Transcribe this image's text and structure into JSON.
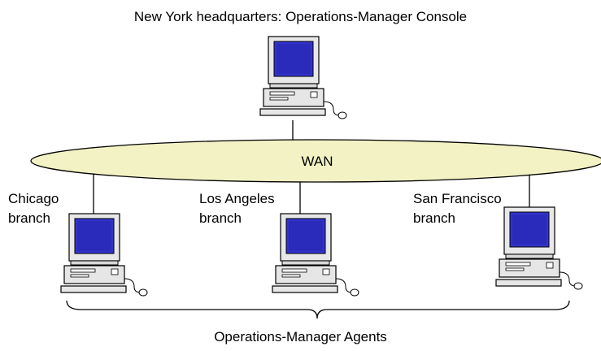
{
  "diagram": {
    "title": "New York headquarters: Operations-Manager Console",
    "network_label": "WAN",
    "branches": [
      {
        "label": "Chicago\nbranch"
      },
      {
        "label": "Los Angeles\nbranch"
      },
      {
        "label": "San Francisco\nbranch"
      }
    ],
    "group_label": "Operations-Manager Agents",
    "icons": {
      "console": "desktop-computer-icon",
      "agent": "desktop-computer-icon"
    },
    "colors": {
      "wan_fill": "#f2f2c4",
      "screen": "#3333cc",
      "case": "#e6e6e6",
      "line": "#000000"
    }
  }
}
